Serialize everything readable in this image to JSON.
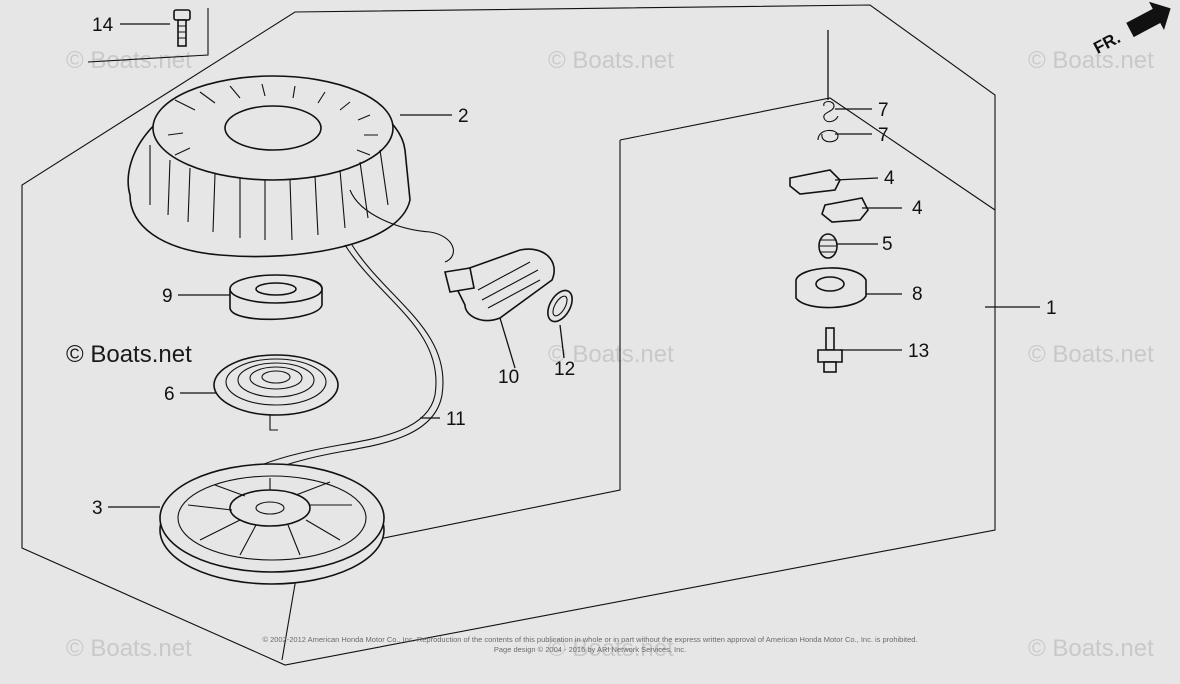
{
  "watermarks": {
    "light": "© Boats.net",
    "dark": "© Boats.net"
  },
  "direction_label": "FR.",
  "copyright": {
    "line1": "© 2002-2012 American Honda Motor Co., Inc. Reproduction of the contents of this publication in whole or in part without the express written approval of American Honda Motor Co., Inc. is prohibited.",
    "line2": "Page design © 2004 - 2016 by ARI Network Services, Inc."
  },
  "callouts": {
    "c1": "1",
    "c2": "2",
    "c3": "3",
    "c4a": "4",
    "c4b": "4",
    "c5": "5",
    "c6": "6",
    "c7a": "7",
    "c7b": "7",
    "c8": "8",
    "c9": "9",
    "c10": "10",
    "c11": "11",
    "c12": "12",
    "c13": "13",
    "c14": "14"
  }
}
